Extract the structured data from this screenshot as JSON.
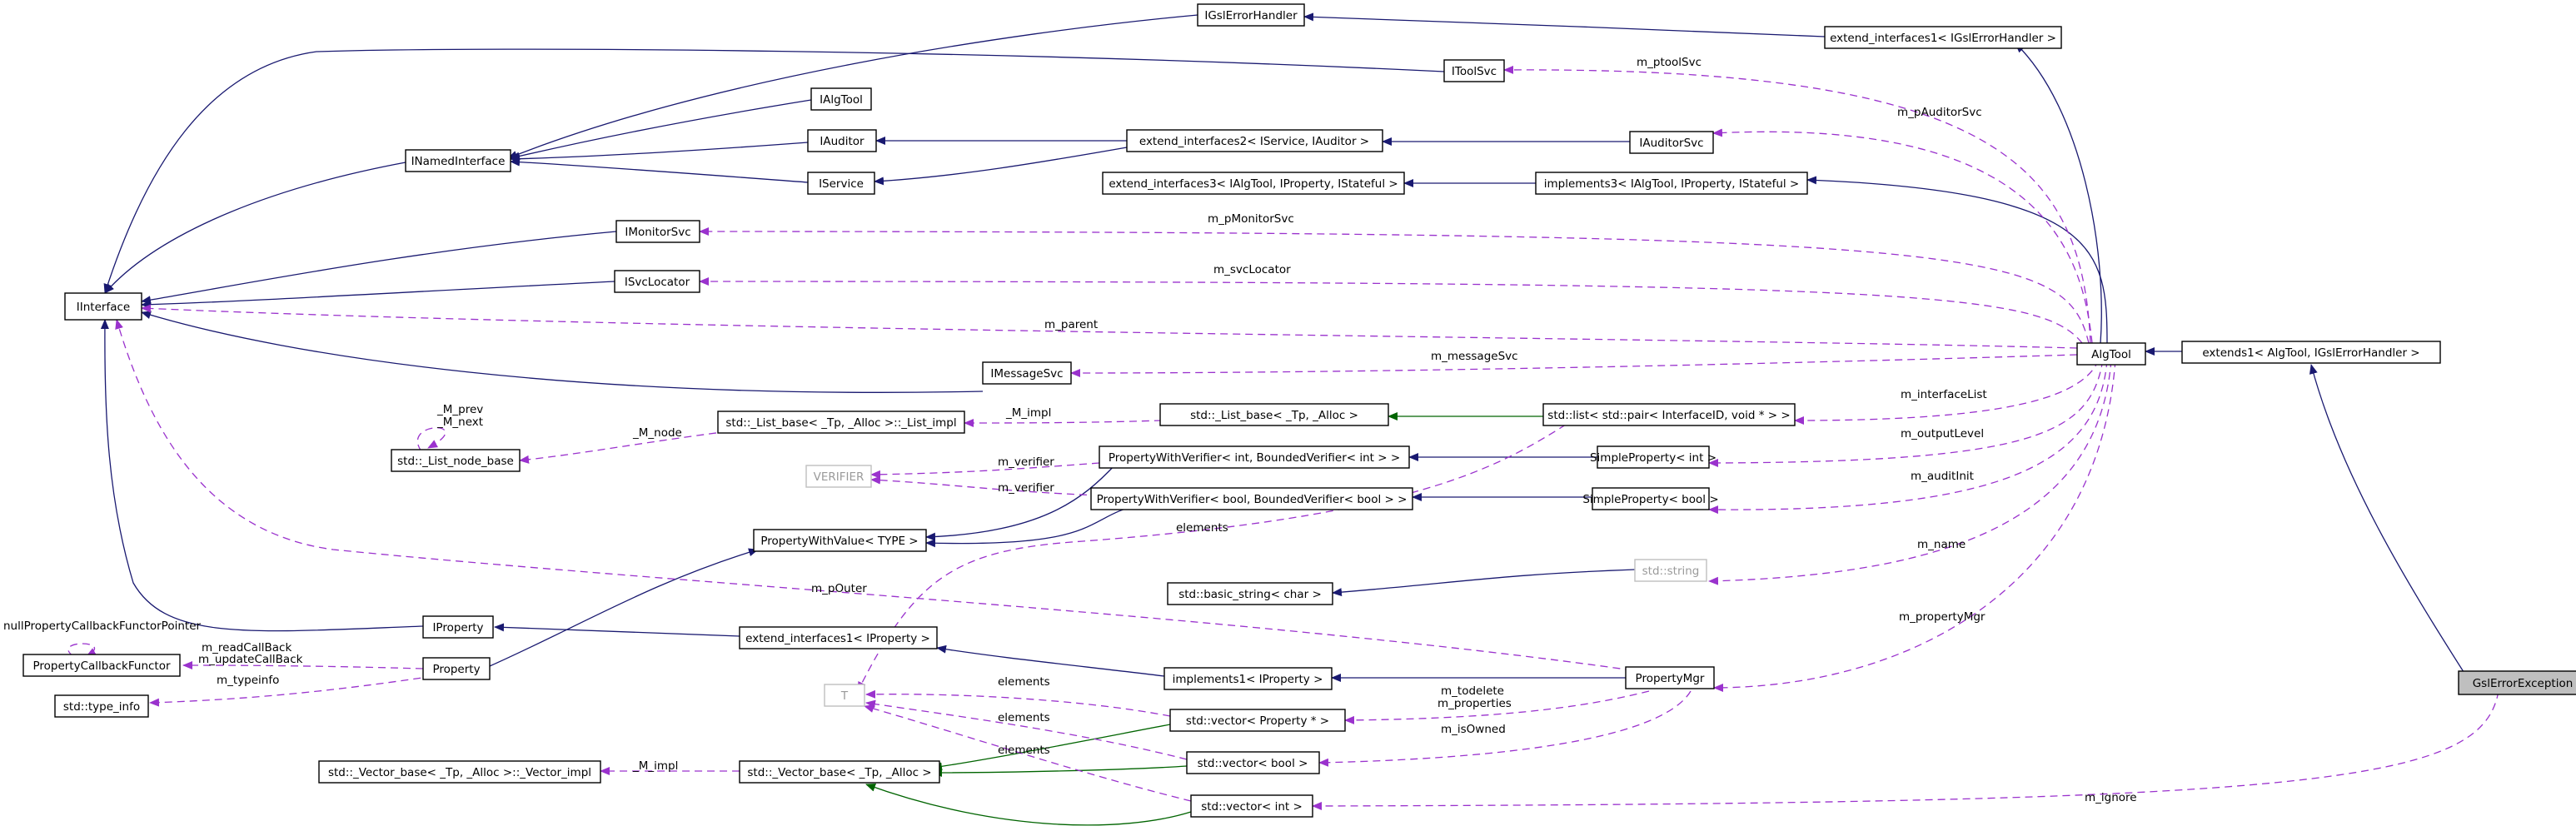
{
  "diagram": {
    "colors": {
      "inheritance": "#191970",
      "template_instance": "#006400",
      "usage": "#9a32cd",
      "highlight_fill": "#bfbfbf",
      "external_border": "#bfbfbf"
    },
    "nodes": {
      "igslerrorhandler": "IGslErrorHandler",
      "extend_interfaces1_igsl": "extend_interfaces1< IGslErrorHandler >",
      "itoolsvc": "IToolSvc",
      "ialgtool": "IAlgTool",
      "inamedinterface": "INamedInterface",
      "iauditor": "IAuditor",
      "extend_interfaces2": "extend_interfaces2< IService, IAuditor >",
      "iauditorsvc": "IAuditorSvc",
      "iservice": "IService",
      "extend_interfaces3": "extend_interfaces3< IAlgTool, IProperty, IStateful >",
      "implements3": "implements3< IAlgTool, IProperty, IStateful >",
      "imonitorsvc": "IMonitorSvc",
      "iinterface": "IInterface",
      "isvclocator": "ISvcLocator",
      "algtool": "AlgTool",
      "extends1": "extends1< AlgTool, IGslErrorHandler >",
      "imessagesvc": "IMessageSvc",
      "list_node_base": "std::_List_node_base",
      "list_impl": "std::_List_base< _Tp, _Alloc >::_List_impl",
      "list_base": "std::_List_base< _Tp, _Alloc >",
      "std_list": "std::list< std::pair< InterfaceID, void * > >",
      "verifier": "VERIFIER",
      "pwv_int": "PropertyWithVerifier< int, BoundedVerifier< int > >",
      "simpleproperty_int": "SimpleProperty< int >",
      "pwv_bool": "PropertyWithVerifier< bool, BoundedVerifier< bool > >",
      "simpleproperty_bool": "SimpleProperty< bool >",
      "propertywithvalue": "PropertyWithValue< TYPE >",
      "std_string": "std::string",
      "basic_string": "std::basic_string< char >",
      "iproperty": "IProperty",
      "extend_interfaces1_iprop": "extend_interfaces1< IProperty >",
      "propertycallbackfunctor": "PropertyCallbackFunctor",
      "property": "Property",
      "implements1_iprop": "implements1< IProperty >",
      "propertymgr": "PropertyMgr",
      "type_info": "std::type_info",
      "t": "T",
      "vector_propertyptr": "std::vector< Property * >",
      "gslerrorexception": "GslErrorException",
      "vector_bool": "std::vector< bool >",
      "vector_impl": "std::_Vector_base< _Tp, _Alloc >::_Vector_impl",
      "vector_base": "std::_Vector_base< _Tp, _Alloc >",
      "vector_int": "std::vector< int >"
    },
    "edge_labels": {
      "m_ptoolsvc": "m_ptoolSvc",
      "m_pauditorsvc": "m_pAuditorSvc",
      "m_pmonitorsvc": "m_pMonitorSvc",
      "m_svclocator": "m_svcLocator",
      "m_parent": "m_parent",
      "m_messagesvc": "m_messageSvc",
      "m_interfacelist": "m_interfaceList",
      "m_prev": "_M_prev",
      "m_next": "_M_next",
      "m_impl_list": "_M_impl",
      "m_node": "_M_node",
      "m_outputlevel": "m_outputLevel",
      "m_verifier1": "m_verifier",
      "m_verifier2": "m_verifier",
      "m_auditinit": "m_auditInit",
      "elements_list": "elements",
      "m_name": "m_name",
      "m_pouter": "m_pOuter",
      "m_propertymgr": "m_propertyMgr",
      "nullproperty": "nullPropertyCallbackFunctorPointer",
      "m_readcallback": "m_readCallBack",
      "m_updatecallback": "m_updateCallBack",
      "m_typeinfo": "m_typeinfo",
      "elements_vprop": "elements",
      "m_todelete": "m_todelete",
      "m_properties": "m_properties",
      "elements_vbool": "elements",
      "m_isowned": "m_isOwned",
      "elements_vint": "elements",
      "m_impl_vector": "_M_impl",
      "m_ignore": "m_ignore"
    }
  }
}
